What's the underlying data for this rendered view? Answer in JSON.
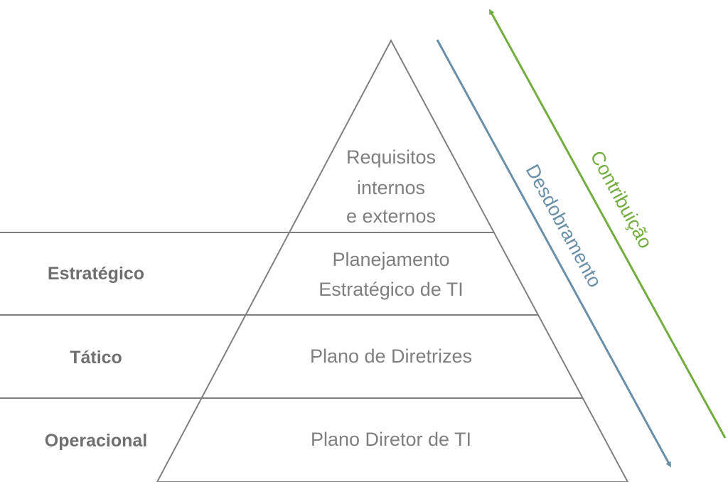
{
  "levels": [
    {
      "name": "Estratégico"
    },
    {
      "name": "Tático"
    },
    {
      "name": "Operacional"
    }
  ],
  "pyramid": {
    "apex_lines": [
      "Requisitos",
      "internos",
      "e externos"
    ],
    "tier1_lines": [
      "Planejamento",
      "Estratégico de TI"
    ],
    "tier2_label": "Plano de Diretrizes",
    "tier3_label": "Plano Diretor de TI"
  },
  "arrows": {
    "down_label": "Desdobramento",
    "up_label": "Contribuição"
  },
  "colors": {
    "lines": "#7f7f7f",
    "text": "#7f7f7f",
    "level_text": "#6f6f6f",
    "down_arrow": "#6a8fa6",
    "up_arrow": "#74ad3f"
  }
}
